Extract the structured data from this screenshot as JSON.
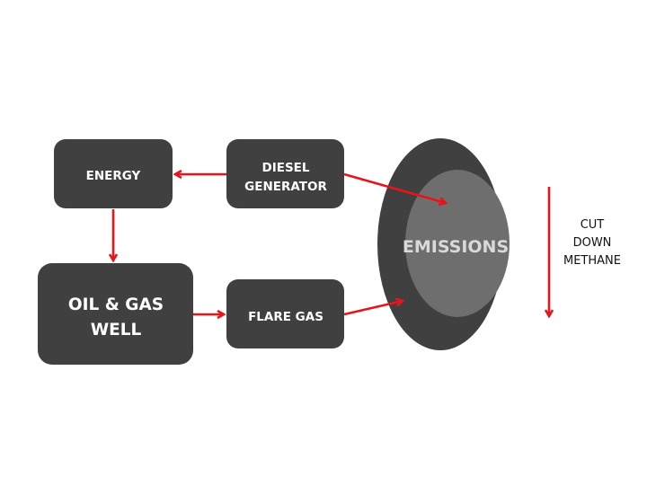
{
  "diagram": {
    "nodes": {
      "energy": {
        "label": "ENERGY"
      },
      "diesel": {
        "line1": "DIESEL",
        "line2": "GENERATOR"
      },
      "well": {
        "line1": "OIL & GAS",
        "line2": "WELL"
      },
      "flare": {
        "label": "FLARE GAS"
      },
      "emissions": {
        "label": "EMISSIONS"
      }
    },
    "side_note": {
      "line1": "CUT",
      "line2": "DOWN",
      "line3": "METHANE"
    },
    "edges": [
      {
        "from": "diesel",
        "to": "energy"
      },
      {
        "from": "energy",
        "to": "well"
      },
      {
        "from": "well",
        "to": "flare"
      },
      {
        "from": "diesel",
        "to": "emissions"
      },
      {
        "from": "flare",
        "to": "emissions"
      }
    ],
    "colors": {
      "box": "#404040",
      "outer_ellipse": "#404040",
      "inner_ellipse": "#6e6e6e",
      "arrow": "#e8141c",
      "emissions_text": "#d9d9d9"
    }
  }
}
